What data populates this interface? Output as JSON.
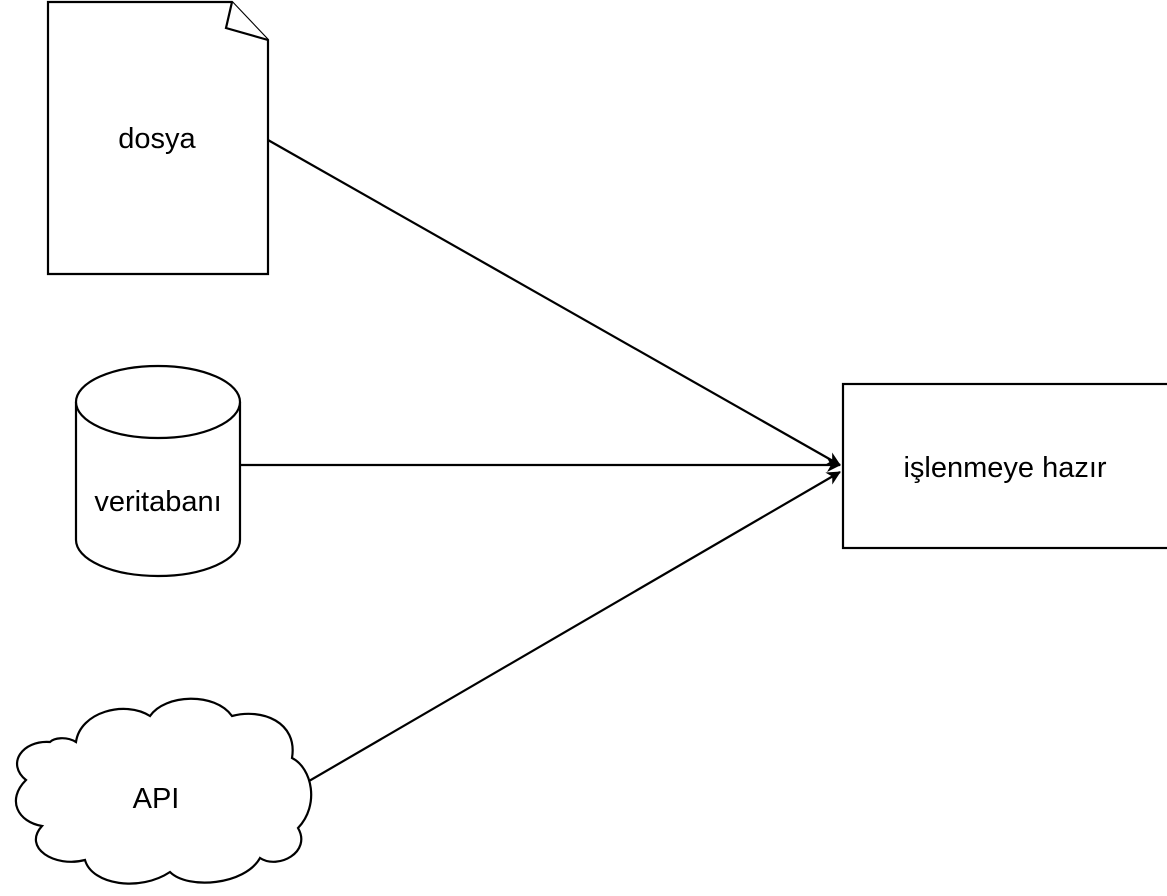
{
  "nodes": {
    "file": {
      "label": "dosya"
    },
    "database": {
      "label": "veritabanı"
    },
    "api": {
      "label": "API"
    },
    "target": {
      "label": "işlenmeye hazır"
    }
  },
  "colors": {
    "stroke": "#000000",
    "fill": "#ffffff"
  }
}
